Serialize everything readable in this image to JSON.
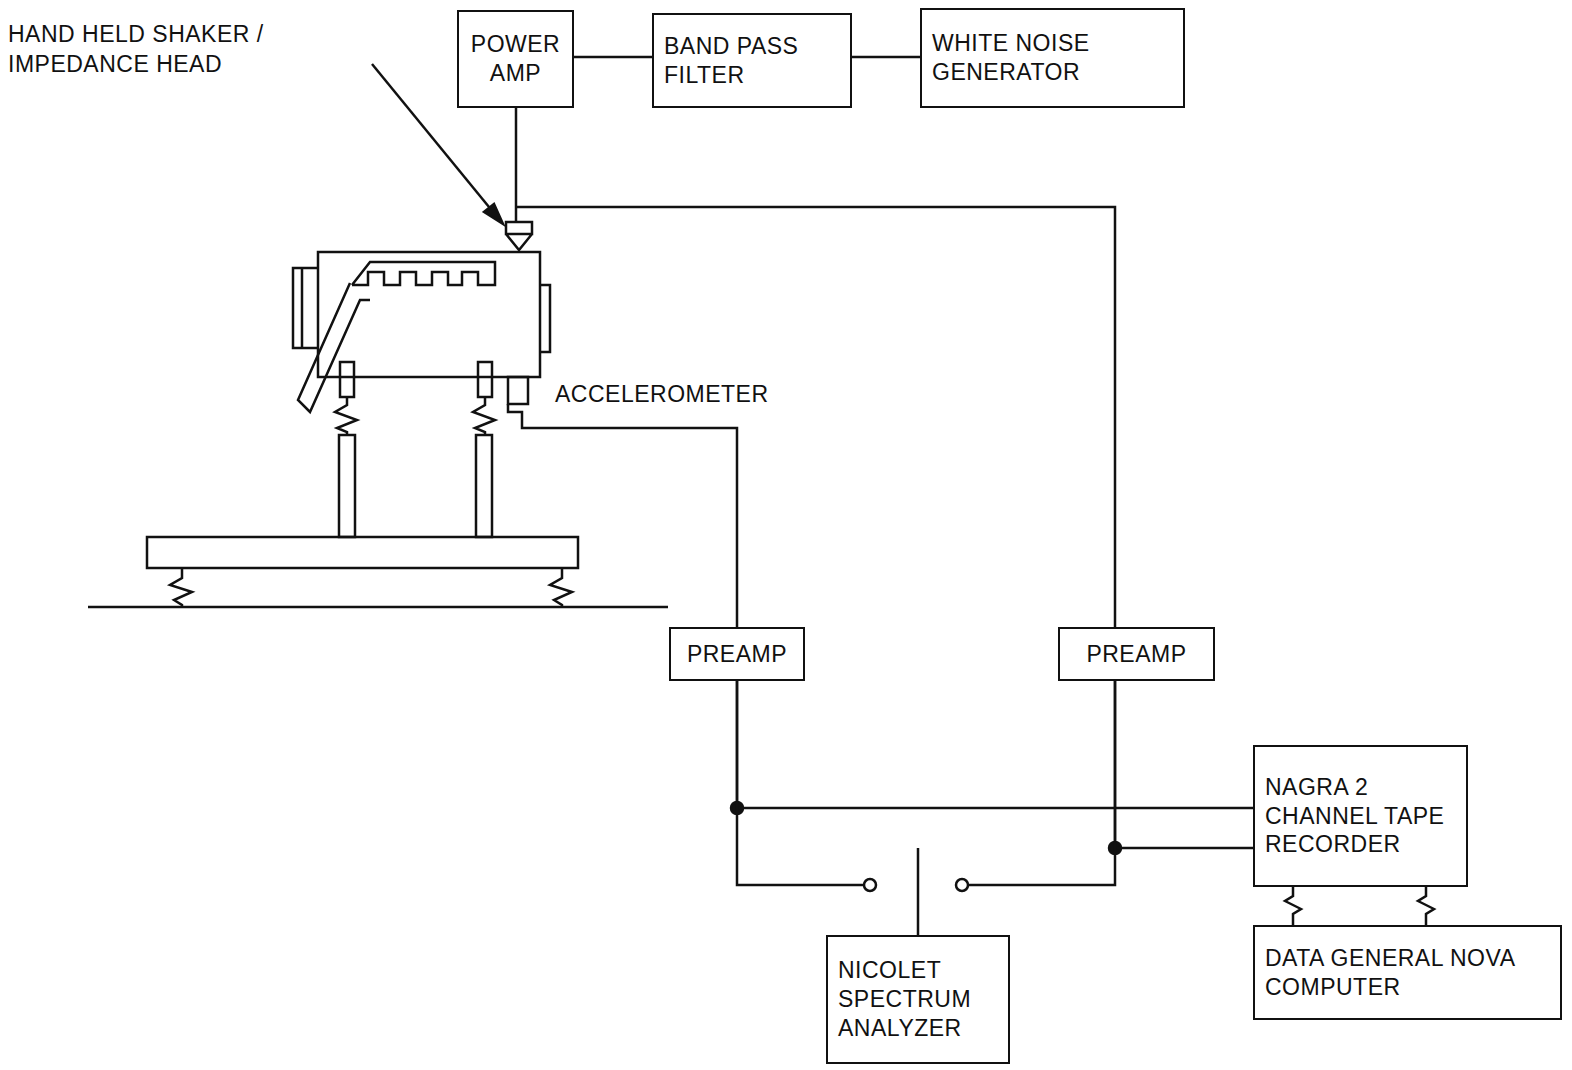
{
  "diagram": {
    "nodes": [
      {
        "text": [
          "POWER AMP"
        ]
      },
      {
        "text": [
          "BAND PASS FILTER"
        ]
      },
      {
        "text": [
          "WHITE NOISE GENERATOR"
        ]
      },
      {
        "text": [
          "PREAMP"
        ]
      },
      {
        "text": [
          "PREAMP"
        ]
      },
      {
        "text": [
          "NAGRA 2 CHANNEL TAPE RECORDER"
        ]
      },
      {
        "text": [
          "DATA GENERAL NOVA COMPUTER"
        ]
      },
      {
        "text": [
          "NICOLET SPECTRUM ANALYZER"
        ]
      }
    ],
    "edges": [
      {
        "from": 1,
        "to": 0,
        "arrow": "none"
      },
      {
        "from": 2,
        "to": 1,
        "arrow": "none"
      },
      {
        "from": 3,
        "to": 5,
        "arrow": "none"
      },
      {
        "from": 4,
        "to": 5,
        "arrow": "none"
      },
      {
        "from": 3,
        "to": 7,
        "arrow": "none"
      },
      {
        "from": 4,
        "to": 7,
        "arrow": "none"
      },
      {
        "from": 5,
        "to": 6,
        "arrow": "none"
      },
      {
        "from": 5,
        "to": 6,
        "arrow": "none"
      }
    ],
    "labels": [
      "HAND HELD SHAKER / IMPEDANCE HEAD",
      "ACCELEROMETER"
    ]
  }
}
